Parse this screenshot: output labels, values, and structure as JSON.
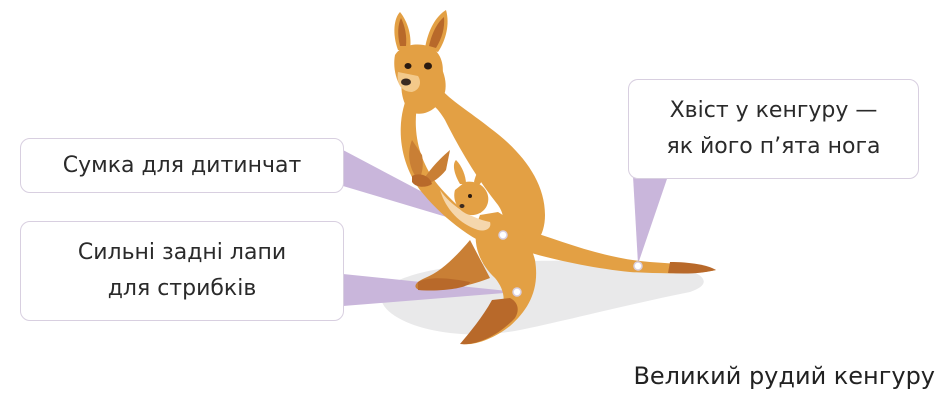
{
  "callouts": {
    "pouch": "Сумка для дитинчат",
    "legs_line1": "Сильні задні лапи",
    "legs_line2": "для стрибків",
    "tail_line1": "Хвіст у кенгуру —",
    "tail_line2": "як його п’ята нога"
  },
  "caption": "Великий рудий кенгуру",
  "colors": {
    "fur": "#e3a044",
    "fur_dark": "#b8692a",
    "belly": "#ffffff",
    "pointer": "#c9b6db",
    "shadow": "#e9e9ea"
  }
}
